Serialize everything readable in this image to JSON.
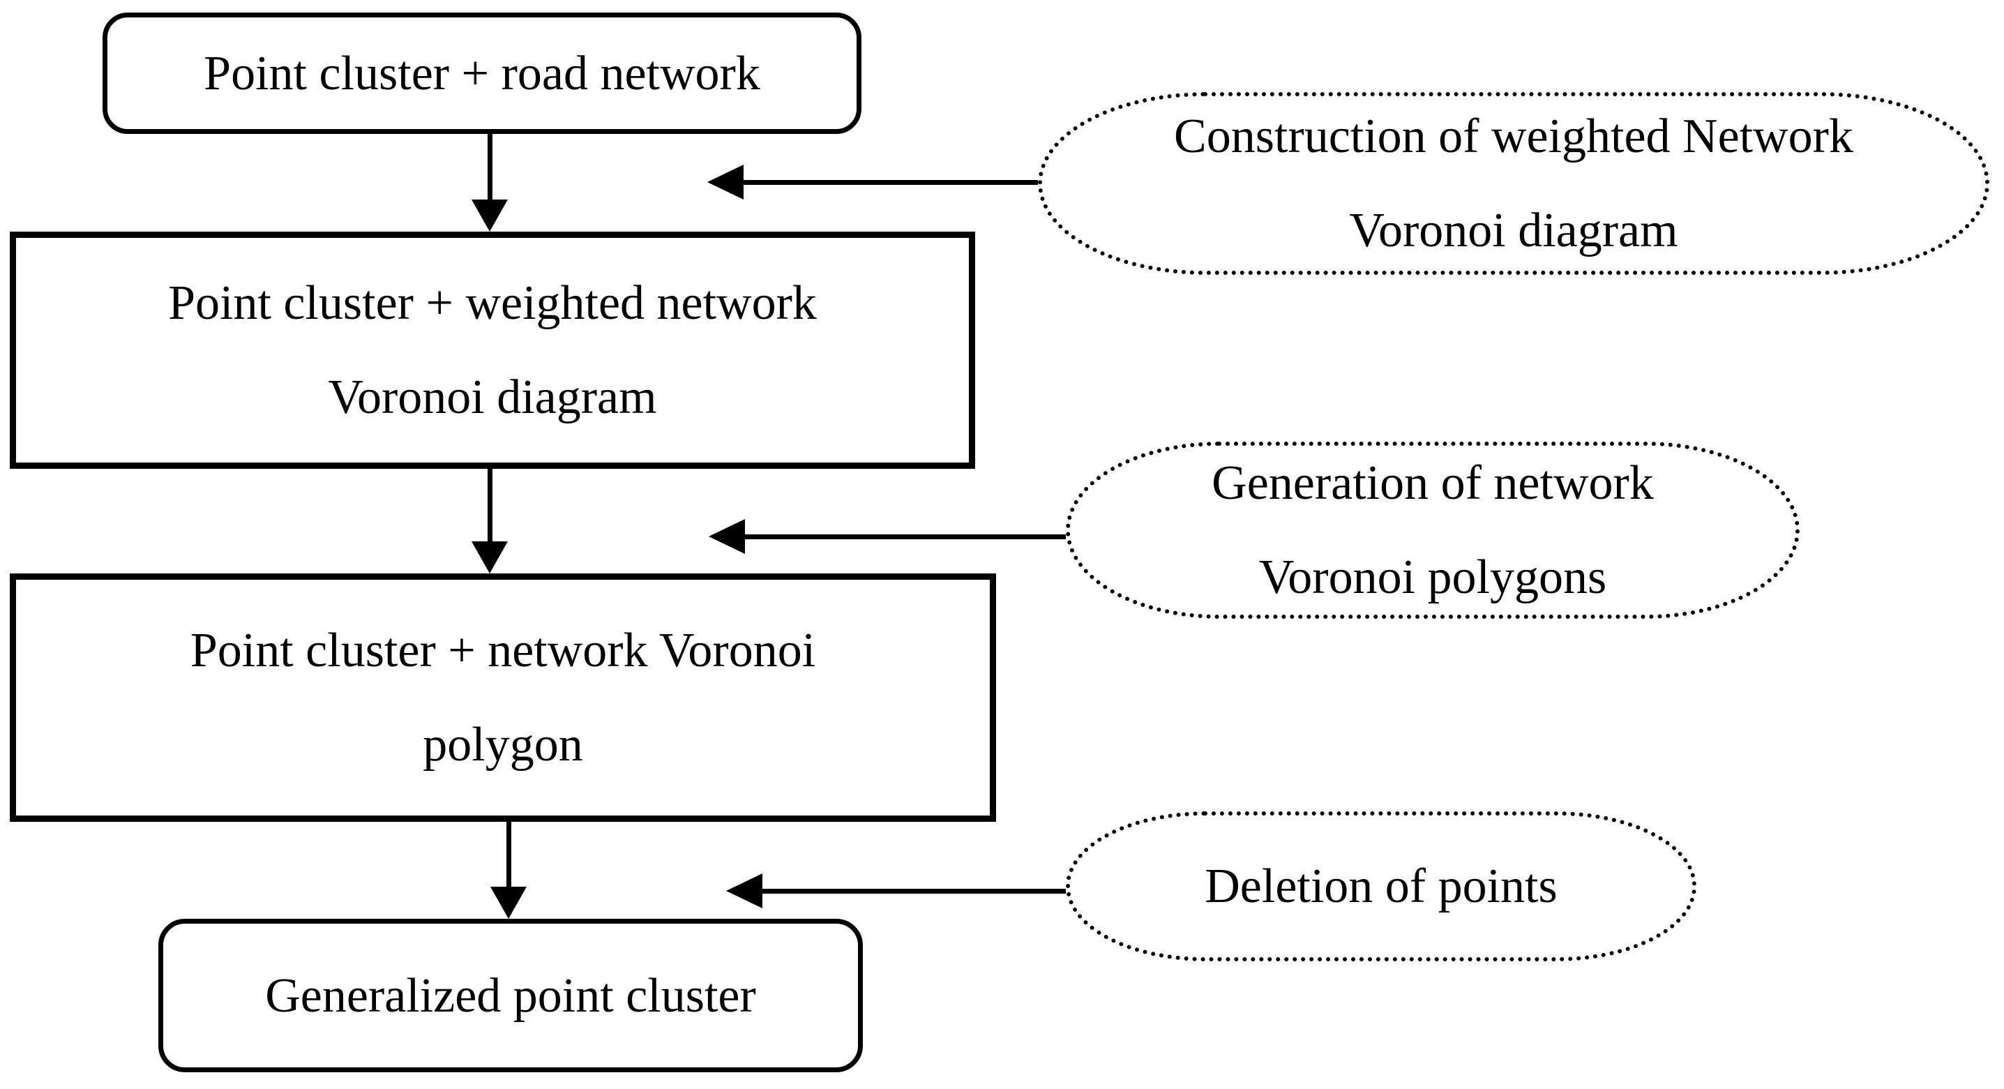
{
  "diagram": {
    "background_color": "#ffffff",
    "stroke_color": "#000000",
    "nodes": [
      {
        "id": "start",
        "type": "rounded-rect",
        "line1": "Point cluster + road network"
      },
      {
        "id": "weighted-voronoi",
        "type": "rect",
        "line1": "Point cluster + weighted network",
        "line2": "Voronoi diagram"
      },
      {
        "id": "network-voronoi-polygon",
        "type": "rect",
        "line1": "Point cluster + network Voronoi",
        "line2": "polygon"
      },
      {
        "id": "end",
        "type": "rounded-rect",
        "line1": "Generalized point cluster"
      }
    ],
    "annotations": [
      {
        "id": "construction",
        "type": "dotted-ellipse",
        "line1": "Construction of weighted Network",
        "line2": "Voronoi diagram"
      },
      {
        "id": "generation",
        "type": "dotted-ellipse",
        "line1": "Generation of network",
        "line2": "Voronoi polygons"
      },
      {
        "id": "deletion",
        "type": "dotted-ellipse",
        "line1": "Deletion of points"
      }
    ]
  }
}
